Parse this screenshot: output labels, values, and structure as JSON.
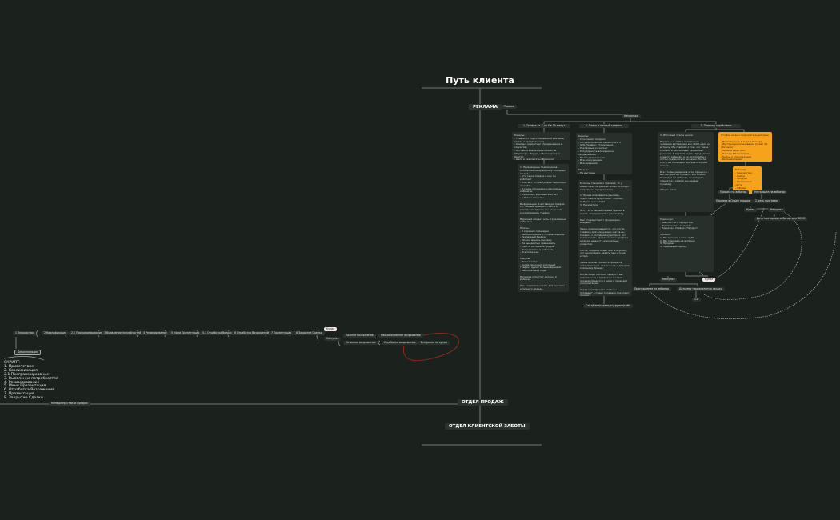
{
  "title": "Путь клиента",
  "sections": {
    "ads": "РЕКЛАМА",
    "sales": "ОТДЕЛ ПРОДАЖ",
    "care": "ОТДЕЛ КЛИЕНТСКОЙ ЗАБОТЫ"
  },
  "ads": {
    "traffic": "Трафик",
    "several": "Несколько",
    "columns": [
      "1. Трафик от Х до Y в 10 минут",
      "2. Поиск и личный трафика",
      "3. Переход к действию"
    ],
    "col1": [
      "Каналы:\n- Трафик от таргетированной рекламы (охват и продвижение)\n- Контент-маркетинг (продвижение в соцсетях)\n- Активное вовлечение клиентов (Партнеры, Форумы, Мессенджеры)\nКратко:\n- Цели и результаты (Воронка)\n- Что такое бренд/личный бренд и позиционирование\n- Как заработать деньги с рекламы и привлечения (Охватные)",
      "1. Привлечение подписчиков - наполняем нашу воронку холодных людей\n- Что такое трафик и как он работает\n- Контент, чтобы трафик переходил на сайт\n- Лучшие площадки и рекламные кабинеты\n- Насколько рекламы хватает\n- 1 Новые клиенты\n\nИнформация: Я активирую трафик, PR, личные бренды и сайты в интернете, то есть мы начинаем просматривать трафик.\n\nВ данный момент есть 3 рекламных кабинета\n\nПлюсы:\n- 3 хороших площадки\n- Автоматизация и сопровождение\n- Рекламный бюджет\n- Можно менять рекламу\n- Не выдавать и сравнивать\n- Работа на личный трафик\n- Все рекламные кабинеты\n- Все оплачено\n\nМинусы:\n- Новые люди\n- Когда приходит холодный трафик, нужно больше времени\n- Высокая цена лида\n\nПродажа отпустят должна 2 вебинар.\n\nКак это использовать для рекламы и личного бренда."
    ],
    "col2": [
      "Каналы:\n- С хорошим тизером\n- Потребительские заработки в 3\n- SEO, Трафик, Упоминание\n- Рекламные и контент\n- Регулярность вложения на продвижение\n- Места размещения\n- Все конкуренции\n- Все имеющие\n\nМинусы:\n- Не выгодны\n- Долго (нужно больше заработать, чем больше реклам)\n- Дорого\n- 50% охвата",
      "Если мы говорим о трафике, то у нашего Инстаграма есть как его лицо и привычка продвижение.\n\n1. Лучше и проверять рекламу, подготовить аудиторию - хорошо\n2. Поиск ценностей\n3. Покупатели\n\nЭто у 30% людей первый трафик в ленте, что приводит к результату.\n\nКак это работает с продажами, впервые.\n\nЗдесь подразумевается, что после трафика для следующих шагов вы придете к холодной аудитории, что возможность привлечения и трафика, а также ценность конкретных клиентов.\n\nПосле трафика будет шаг в воронку, что необходимо делать тем, кто не купил.\n\nЗдесь нужны три шага процесса: автоматизация, вовлечение и доверие к личному бренду.\n\nКогда люди смотрят продукт, мы знакомим их с трафиком и отдел продаж общается с ними и проводит консультацию.\n\nЧерез этот процесс клиенты попадают в отдел продаж и покупают продукт."
    ],
    "col2_caption": "Сайт/Квиз/сервис/тг/группа/сайт",
    "col3": [
      "3. Итоговый этап в целом\n\nПереход на сайт и вовлечение человека заставляем его 100% идти на встречу. Мы говорим о том, что такое контакт и как человек принимает решение. В первый раз мы предлагаем клиенту вебинар, и он мог прийти и потом подписаться на канал. После этого мы проводим прогрев и он нам пишет.\n\nВсе что мы увидели в этом процессе - мы смотрим на процесс, как клиент приходит на вебинар, он смотрит, общается с нами и мы делаем продажу.\n\nОбщие шаги:",
      "Мини-курс\n- знакомство с продуктом\n- Вовлечение 1-2 недели\n- Переход к Оффер / Продукт\n\nПроцесс:\n1. Мы говорим с ним на ДП\n2. Мы отвечаем на вопросы\n3. Продажа\n4. Закрываем сделку"
    ],
    "orange1": "Это Как можно подогреть аудиторию\n\n- Приглашение 1-2 (на вебинар)\n- Инструкция пользования (ответ 10-20к часа)\n- Прямой эфир (ВК)\n- Каналы ВК Телеграм\n- Кейсы и консультации\n- Вебинар/Сервис\n- Приглашение на вебинар",
    "orange2": "Вебинар:\n- Знакомство\n- Кейсы\n- Продукт\n- Продающая часть\n- Оффер",
    "nodes": [
      "Пришел на вебинар",
      "Не пришел на вебинар",
      "Перевод в Отдел продаж",
      "2 день прогрева",
      "Купил",
      "Не купил",
      "Дать повторный вебинар для ВОНО",
      "Не купил",
      "Купил",
      "Приглашение на вебинар",
      "Дать ему персональную скидку",
      "1-й"
    ]
  },
  "sales": {
    "stages": [
      "1 Знакомство",
      "2 Квалификация",
      "2.1 Программирование",
      "3 Выявление потребностей",
      "4 Резюмирование",
      "5 Мини Презентация",
      "5.1 Отработка Вопросов",
      "6 Отработка Возражений",
      "7 Презентация",
      "8 Закрытие Сделки"
    ],
    "bought": "Купил",
    "notbought": "Не купил",
    "branch": [
      "Ложное возражение",
      "Истинное возражение",
      "Нашли истинное возражение",
      "Отработка возражения",
      "Все равно не купил"
    ],
    "decomposition": "Декомпозиция",
    "list": "СКРИПТ:\n1. Приветствие\n2. Квалификация\n2.1 Программирование\n3. Выявление потребностей\n4. Резюмирование\n5. Мини Презентация\n6. Отработка Возражений\n7. Презентация\n8. Закрытие Сделки",
    "manager": "Менеджер Отдела Продаж"
  },
  "colors": {
    "background": "#1b221e",
    "node": "#2a332e",
    "accent": "#f7a21b",
    "highlight": "#9b2a1a"
  }
}
